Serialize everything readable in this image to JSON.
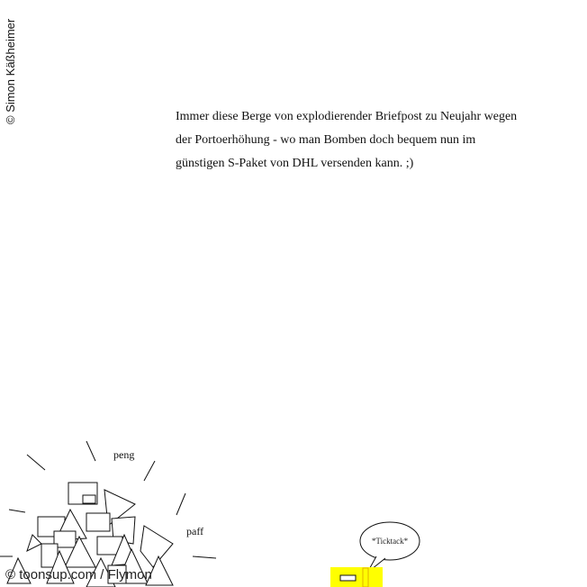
{
  "credits": {
    "artist": "© Simon Käßheimer",
    "site": "© toonsup.com / Flymon"
  },
  "caption": {
    "lines": [
      "Immer diese Berge von explodierender Briefpost zu Neujahr wegen",
      "der Portoerhöhung - wo man Bomben doch bequem nun im",
      "günstigen S-Paket von DHL versenden kann. ;)"
    ]
  },
  "sound_effects": {
    "peng": "peng",
    "paff": "paff",
    "ticktack": "*Ticktack*"
  },
  "colors": {
    "background": "#ffffff",
    "ink": "#111111",
    "parcel": "#ffff00",
    "parcel_mark": "#e0b000"
  }
}
